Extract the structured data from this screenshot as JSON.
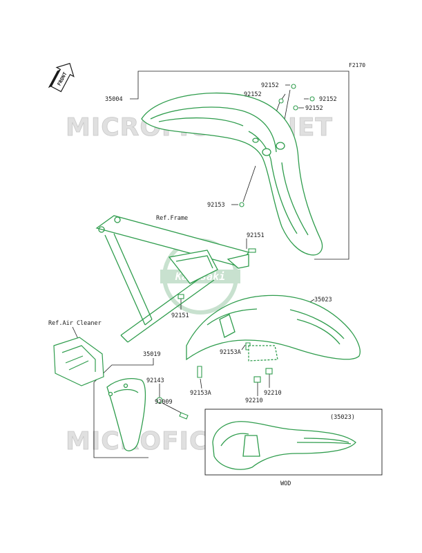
{
  "diagram": {
    "figure_id": "F2170",
    "direction_tag": "FRONT",
    "watermark_text": "MICROFICHES.NET",
    "logo_text": "Kawasaki",
    "ref_frame": "Ref.Frame",
    "ref_air_cleaner": "Ref.Air Cleaner",
    "inset_label": "(35023)",
    "inset_caption": "WOD",
    "parts": {
      "front_fender_assy": "35004",
      "bolt_a": "92152",
      "bolt_b": "92152",
      "bolt_c": "92152",
      "bolt_d": "92152",
      "front_bolt_lower": "92153",
      "frame_bolt_upper": "92151",
      "frame_bolt_lower": "92151",
      "rear_fender": "35023",
      "rear_bolt_a": "92153A",
      "rear_bolt_b": "92153A",
      "clip_a": "92210",
      "clip_b": "92210",
      "mud_flap": "35019",
      "washer": "92143",
      "bolt_flap": "92009"
    }
  },
  "colors": {
    "line": "#2e9c4c",
    "ink": "#1a1a1a",
    "watermark": "#d7d7d7",
    "logo": "#c9dfcd"
  }
}
